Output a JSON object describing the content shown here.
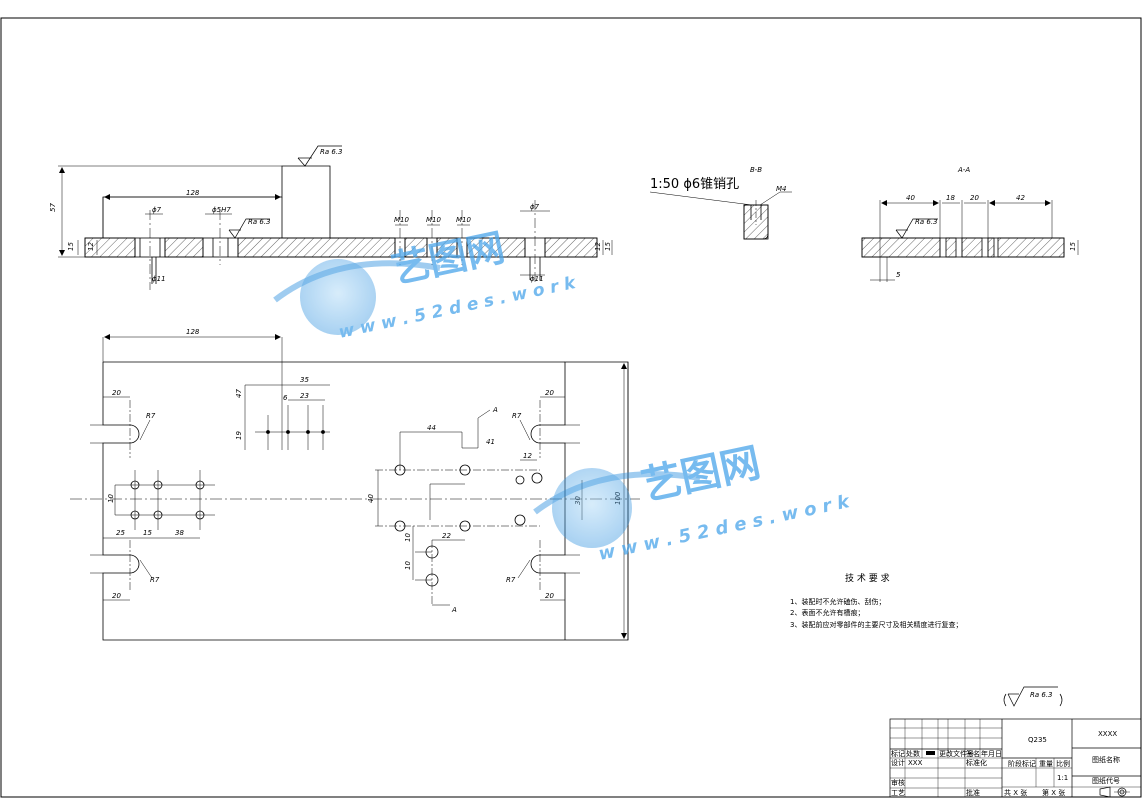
{
  "drawing": {
    "roughness_top": "Ra 6.3",
    "roughness_small": "Ra 6.3",
    "roughness_global": "Ra 6.3",
    "section_bb": "B-B",
    "section_aa": "A-A",
    "taper_note": "1:50  ϕ6锥销孔",
    "dims_front": {
      "d57": "57",
      "d128": "128",
      "d15a": "15",
      "d12a": "12",
      "phi7a": "ϕ7",
      "phi5h7": "ϕ5H7",
      "phi11a": "ϕ11",
      "m10a": "M10",
      "m10b": "M10",
      "m10c": "M10",
      "phi7b": "ϕ7",
      "phi11b": "ϕ11",
      "d12b": "12",
      "d15b": "15",
      "m4": "M4"
    },
    "dims_aa": {
      "d40": "40",
      "d18": "18",
      "d20": "20",
      "d42": "42",
      "d15": "15",
      "d5": "5"
    },
    "dims_plan": {
      "d128": "128",
      "d20tl": "20",
      "d47": "47",
      "d35": "35",
      "d23": "23",
      "d6": "6",
      "d19": "19",
      "r7tl": "R7",
      "d44": "44",
      "d41": "41",
      "d20tr": "20",
      "r7tr": "R7",
      "d12": "12",
      "d30": "30",
      "d40": "40",
      "d100": "100",
      "d10": "10",
      "d25": "25",
      "d15": "15",
      "d38": "38",
      "d22": "22",
      "d10a": "10",
      "d10b": "10",
      "r7bl": "R7",
      "d20bl": "20",
      "r7br": "R7",
      "d20br": "20",
      "secA1": "A",
      "secA2": "A"
    }
  },
  "watermark": {
    "brand": "艺图网",
    "url": "w w w . 5 2 d e s . w o r k"
  },
  "tech": {
    "title": "技 术 要 求",
    "items": [
      "1、装配时不允许磕伤、刮伤；",
      "2、表面不允许有槽痕；",
      "3、装配前应对零部件的主要尺寸及相关精度进行复查；"
    ]
  },
  "title_block": {
    "material": "Q235",
    "company": "XXXX",
    "drawing_name": "图纸名称",
    "drawing_code": "图纸代号",
    "stage_mark": "阶段标记",
    "weight": "重量",
    "scale_label": "比例",
    "scale_value": "1:1",
    "mark": "标记",
    "count": "处数",
    "zone": "分区",
    "change_doc": "更改文件号",
    "signature": "签名",
    "date": "年月日",
    "design": "设计",
    "designer": "XXX",
    "standardize": "标准化",
    "review": "审核",
    "process": "工艺",
    "approve": "批准",
    "sheets_total": "共 X 张",
    "sheet_no": "第 X 张"
  }
}
